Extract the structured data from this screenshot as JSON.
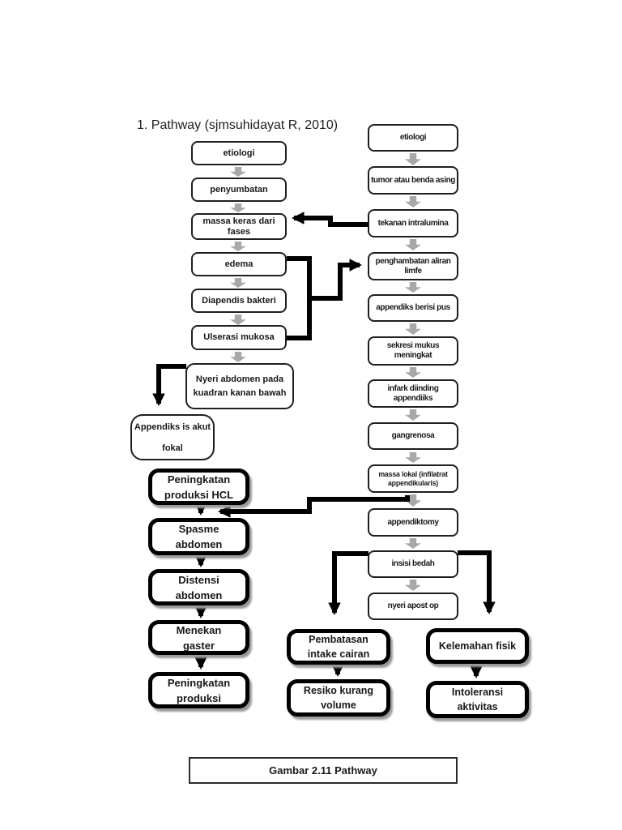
{
  "page": {
    "title": "1. Pathway (sjmsuhidayat R, 2010)",
    "caption": "Gambar 2.11 Pathway"
  },
  "nodes": {
    "etiologi_left": "etiologi",
    "penyumbatan": "penyumbatan",
    "massa_keras": "massa keras dari fases",
    "edema": "edema",
    "diapendis_bakteri": "Diapendis bakteri",
    "ulserasi_mukosa": "Ulserasi mukosa",
    "nyeri_abdomen": "Nyeri abdomen pada kuadran kanan bawah",
    "appendiks_akut": "Appendiks is akut fokal",
    "peningkatan_hcl": "Peningkatan produksi HCL",
    "spasme_abdomen": "Spasme abdomen",
    "distensi_abdomen": "Distensi abdomen",
    "menekan_gaster": "Menekan gaster",
    "peningkatan_produksi": "Peningkatan produksi",
    "etiologi_right": "etiologi",
    "tumor_benda_asing": "tumor atau benda asing",
    "tekanan_intralumina": "tekanan intralumina",
    "penghambatan_limfe": "penghambatan aliran limfe",
    "appendiks_pus": "appendiks berisi pus",
    "sekresi_mukus": "sekresi mukus meningkat",
    "infark_dinding": "infark diinding appendiiks",
    "gangrenosa": "gangrenosa",
    "massa_lokal": "massa lokal (infilatrat appendikularis)",
    "appendiktomy": "appendiktomy",
    "insisi_bedah": "insisi bedah",
    "nyeri_apost_op": "nyeri apost op",
    "pembatasan_cairan": "Pembatasan intake cairan",
    "resiko_volume": "Resiko kurang volume",
    "kelemahan_fisik": "Kelemahan fisik",
    "intoleransi_aktivitas": "Intoleransi aktivitas"
  },
  "colors": {
    "page_bg": "#ffffff",
    "box_border": "#1f1f1f",
    "thick_border": "#000000",
    "connector_black": "#000000",
    "connector_gray": "#a8a8a8",
    "shadow_gray": "#9a9a9a"
  }
}
